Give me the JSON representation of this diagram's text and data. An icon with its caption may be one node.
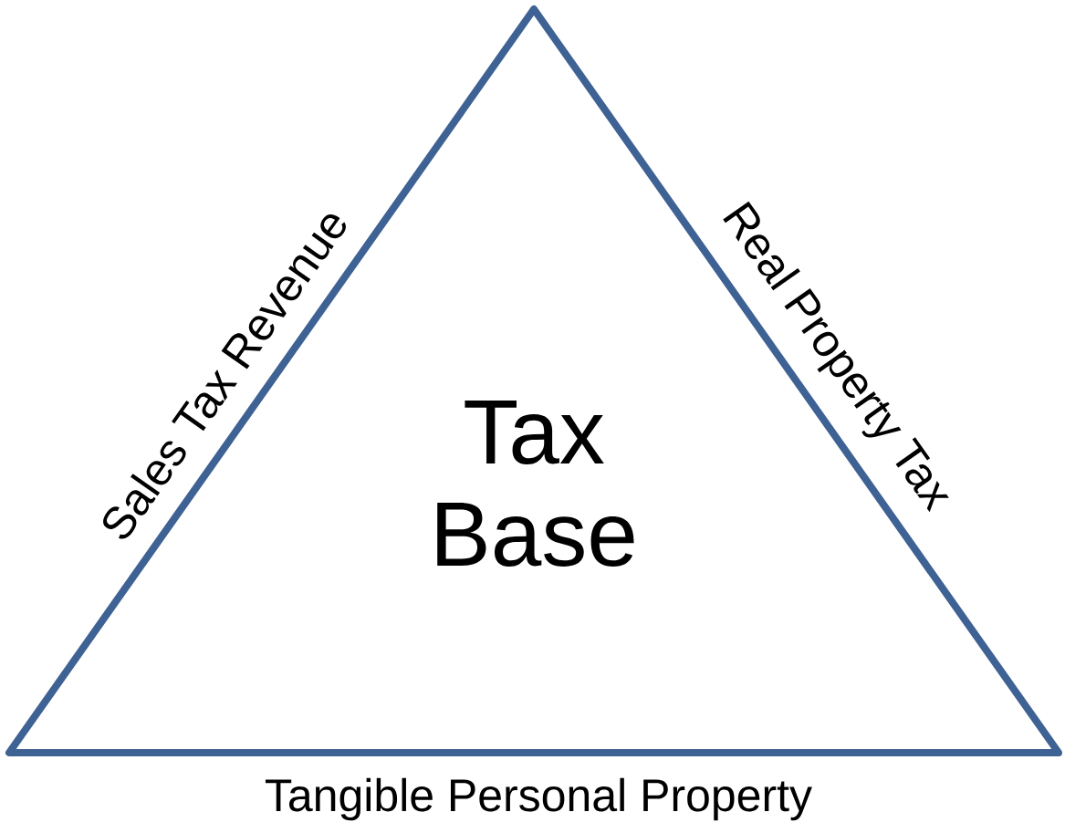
{
  "diagram": {
    "nodes": [
      {
        "text": [
          "Tax Base"
        ]
      }
    ],
    "labels": [
      "Sales Tax Revenue",
      "Real Property Tax",
      "Tangible Personal Property"
    ]
  }
}
